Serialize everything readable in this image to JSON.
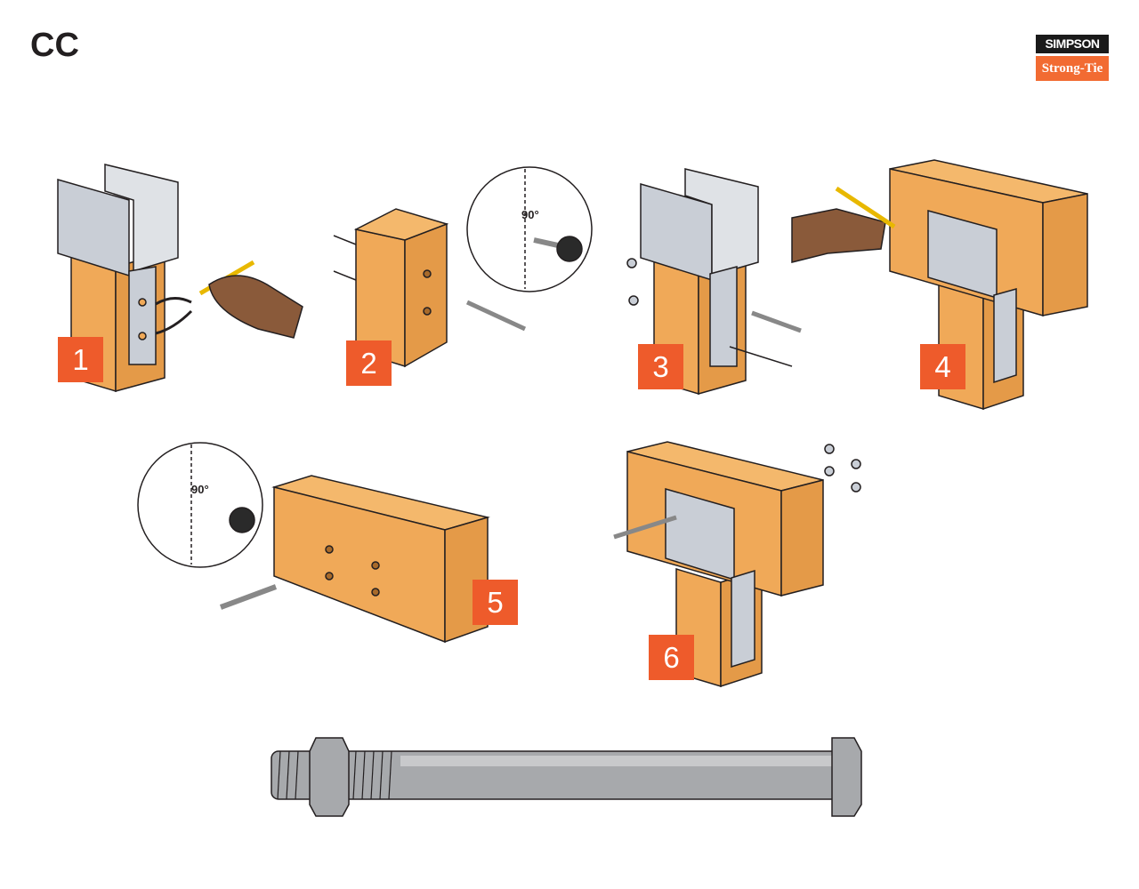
{
  "header": {
    "title": "CC"
  },
  "logo": {
    "line1": "SIMPSON",
    "line2": "Strong-Tie"
  },
  "steps": [
    {
      "number": "1"
    },
    {
      "number": "2"
    },
    {
      "number": "3"
    },
    {
      "number": "4"
    },
    {
      "number": "5"
    },
    {
      "number": "6"
    }
  ],
  "callouts": {
    "angle": "90°"
  },
  "colors": {
    "wood": "#f0a958",
    "badge": "#ee5b2b",
    "metal": "#c9ced6",
    "bolt": "#a7a9ac"
  }
}
